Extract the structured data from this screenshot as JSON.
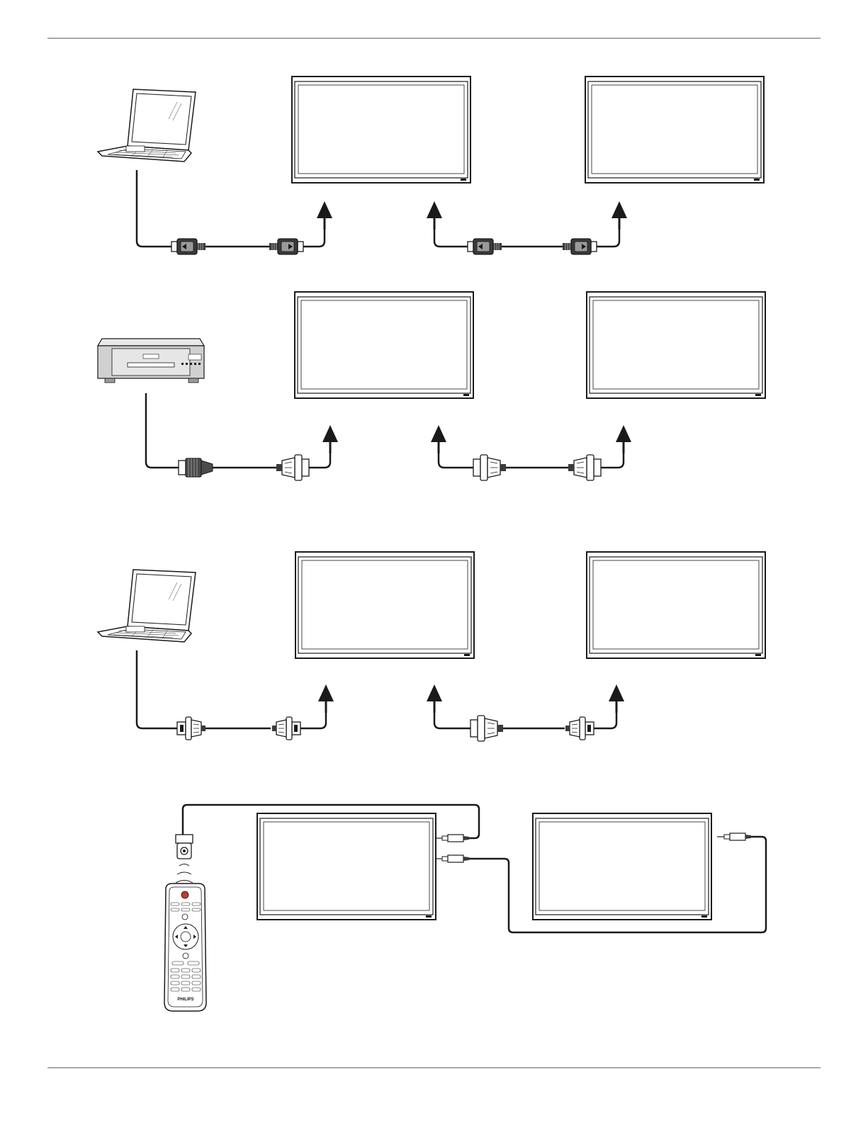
{
  "page": {
    "background": "#ffffff",
    "line_color": "#1a1a1a",
    "rule_color": "#555555"
  },
  "diagrams": [
    {
      "id": "displayport-daisy-chain",
      "source": "laptop-icon",
      "connector": "displayport-plug",
      "monitors": 2
    },
    {
      "id": "dvi-daisy-chain",
      "source": "dvd-player-icon",
      "connector": "dvi-plug",
      "monitors": 2
    },
    {
      "id": "vga-daisy-chain",
      "source": "laptop-icon",
      "connector": "vga-plug",
      "monitors": 2
    },
    {
      "id": "ir-daisy-chain",
      "source": "remote-control-icon",
      "connector": "audio-jack-plug",
      "monitors": 2,
      "remote_brand": "PHILIPS"
    }
  ]
}
